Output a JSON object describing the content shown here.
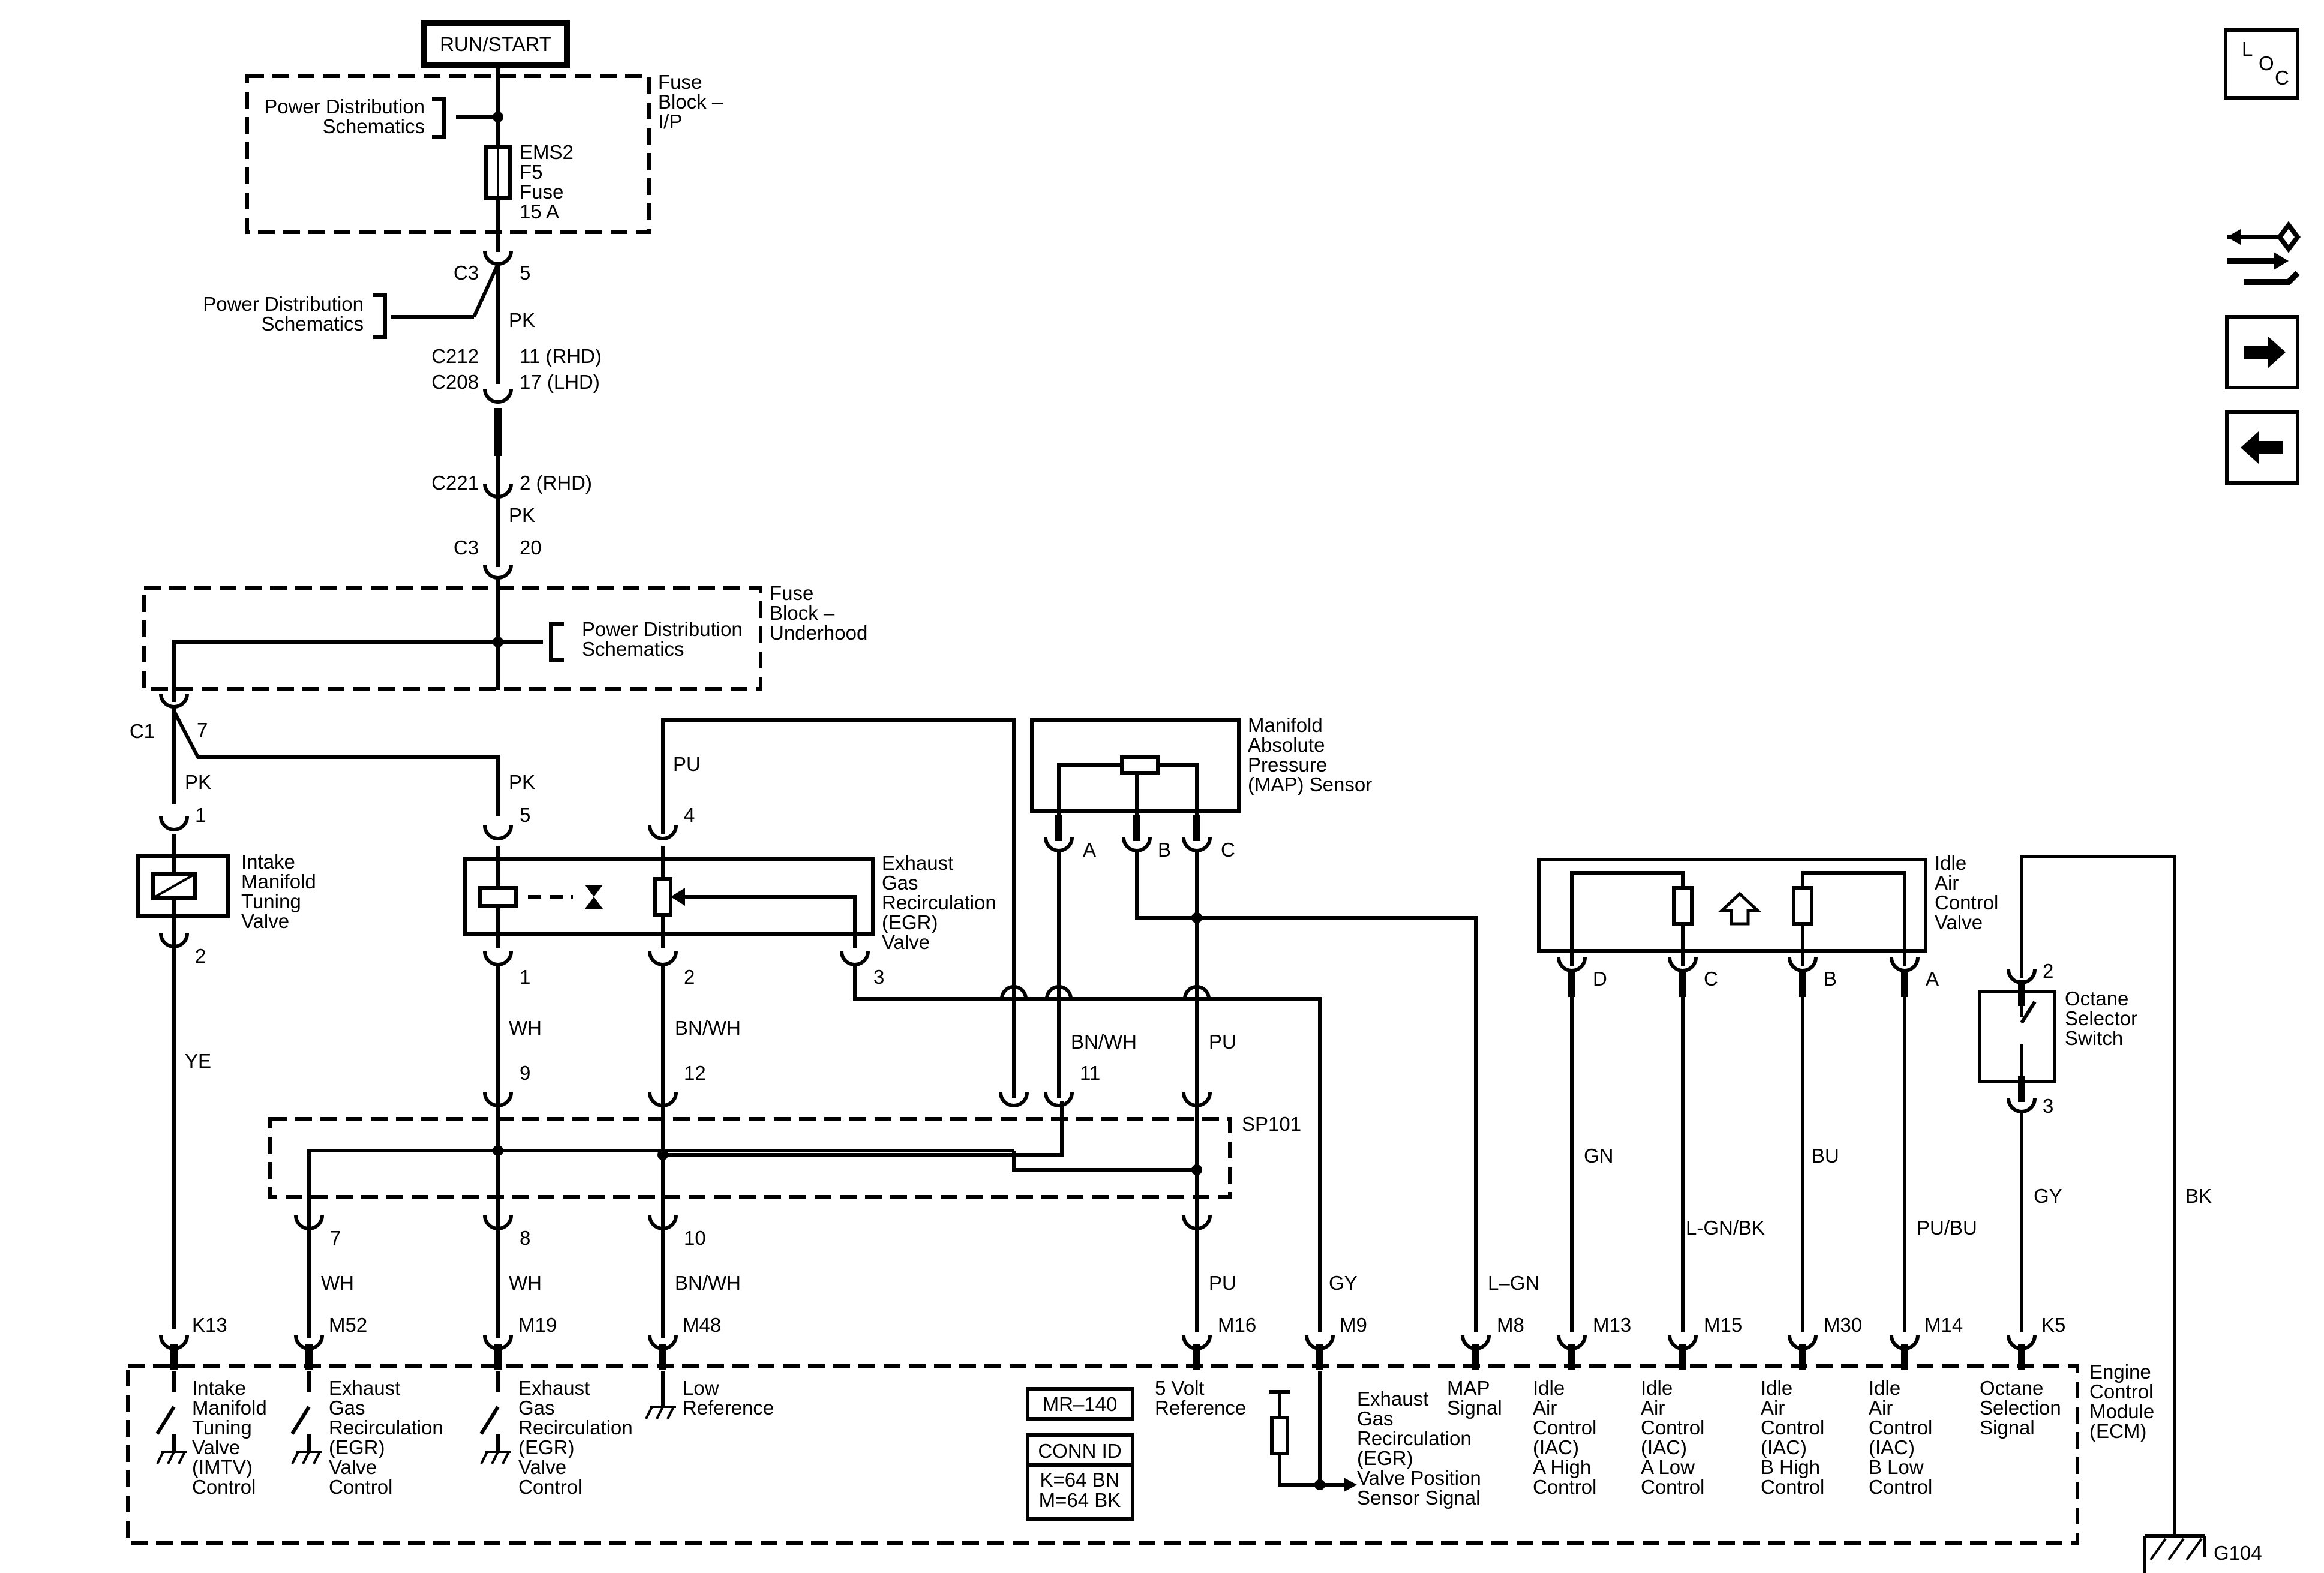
{
  "source": "RUN/START",
  "fuse_block_ip": {
    "label": [
      "Fuse",
      "Block –",
      "I/P"
    ],
    "pds": [
      "Power Distribution",
      "Schematics"
    ],
    "fuse": [
      "EMS2",
      "F5",
      "Fuse",
      "15 A"
    ]
  },
  "top_chain": {
    "pds": [
      "Power Distribution",
      "Schematics"
    ],
    "c3a_conn": "C3",
    "c3a_pin": "5",
    "pk1": "PK",
    "c212": "C212",
    "c212_pin": "11 (RHD)",
    "c208": "C208",
    "c208_pin": "17 (LHD)",
    "c221": "C221",
    "c221_pin": "2 (RHD)",
    "pk2": "PK",
    "c3b_conn": "C3",
    "c3b_pin": "20"
  },
  "fuse_block_uh": {
    "label": [
      "Fuse",
      "Block –",
      "Underhood"
    ],
    "pds": [
      "Power Distribution",
      "Schematics"
    ]
  },
  "c1": {
    "conn": "C1",
    "pin": "7"
  },
  "imtv": {
    "wire_in": "PK",
    "pin_in": "1",
    "pin_out": "2",
    "name": [
      "Intake",
      "Manifold",
      "Tuning",
      "Valve"
    ],
    "wire_out": "YE"
  },
  "egr": {
    "name": [
      "Exhaust",
      "Gas",
      "Recirculation",
      "(EGR)",
      "Valve"
    ],
    "pin5": "5",
    "pin5_wire": "PK",
    "pin4": "4",
    "pin4_wire": "PU",
    "pin1": "1",
    "pin2": "2",
    "pin3": "3",
    "pin1_wire": "WH",
    "pin2_wire": "BN/WH",
    "inline9": "9",
    "inline12": "12"
  },
  "map": {
    "name": [
      "Manifold",
      "Absolute",
      "Pressure",
      "(MAP) Sensor"
    ],
    "pin_a": "A",
    "pin_b": "B",
    "pin_c": "C",
    "a_wire": "BN/WH",
    "a_inline": "11",
    "c_wire": "PU"
  },
  "splice": "SP101",
  "splice_out": {
    "p7": "7",
    "p7_wire": "WH",
    "p8": "8",
    "p8_wire": "WH",
    "p10": "10",
    "p10_wire": "BN/WH",
    "pu_wire": "PU",
    "gy_wire": "GY",
    "lgn_wire": "L–GN"
  },
  "iac": {
    "name": [
      "Idle",
      "Air",
      "Control",
      "Valve"
    ],
    "pins": [
      "D",
      "C",
      "B",
      "A"
    ],
    "wires": [
      "GN",
      "L-GN/BK",
      "BU",
      "PU/BU"
    ]
  },
  "oss": {
    "name": [
      "Octane",
      "Selector",
      "Switch"
    ],
    "pin_top": "2",
    "pin_bot": "3",
    "wire": "GY"
  },
  "ground": {
    "wire": "BK",
    "id": "G104"
  },
  "ecm": {
    "name": [
      "Engine",
      "Control",
      "Module",
      "(ECM)"
    ],
    "pins": [
      "K13",
      "M52",
      "M19",
      "M48",
      "M16",
      "M9",
      "M8",
      "M13",
      "M15",
      "M30",
      "M14",
      "K5"
    ],
    "labels": {
      "k13": [
        "Intake",
        "Manifold",
        "Tuning",
        "Valve",
        "(IMTV)",
        "Control"
      ],
      "m52": [
        "Exhaust",
        "Gas",
        "Recirculation",
        "(EGR)",
        "Valve",
        "Control"
      ],
      "m19": [
        "Exhaust",
        "Gas",
        "Recirculation",
        "(EGR)",
        "Valve",
        "Control"
      ],
      "m48": [
        "Low",
        "Reference"
      ],
      "m16": [
        "5 Volt",
        "Reference"
      ],
      "m9": [
        "Exhaust",
        "Gas",
        "Recirculation",
        "(EGR)",
        "Valve Position",
        "Sensor Signal"
      ],
      "m8": [
        "MAP",
        "Signal"
      ],
      "m13": [
        "Idle",
        "Air",
        "Control",
        "(IAC)",
        "A High",
        "Control"
      ],
      "m15": [
        "Idle",
        "Air",
        "Control",
        "(IAC)",
        "A Low",
        "Control"
      ],
      "m30": [
        "Idle",
        "Air",
        "Control",
        "(IAC)",
        "B High",
        "Control"
      ],
      "m14": [
        "Idle",
        "Air",
        "Control",
        "(IAC)",
        "B Low",
        "Control"
      ],
      "k5": [
        "Octane",
        "Selection",
        "Signal"
      ]
    },
    "doc_id": "MR–140",
    "conn_id_title": "CONN ID",
    "conn_id_lines": [
      "K=64 BN",
      "M=64 BK"
    ]
  },
  "nav": {
    "loc": [
      "L",
      "O",
      "C"
    ]
  }
}
